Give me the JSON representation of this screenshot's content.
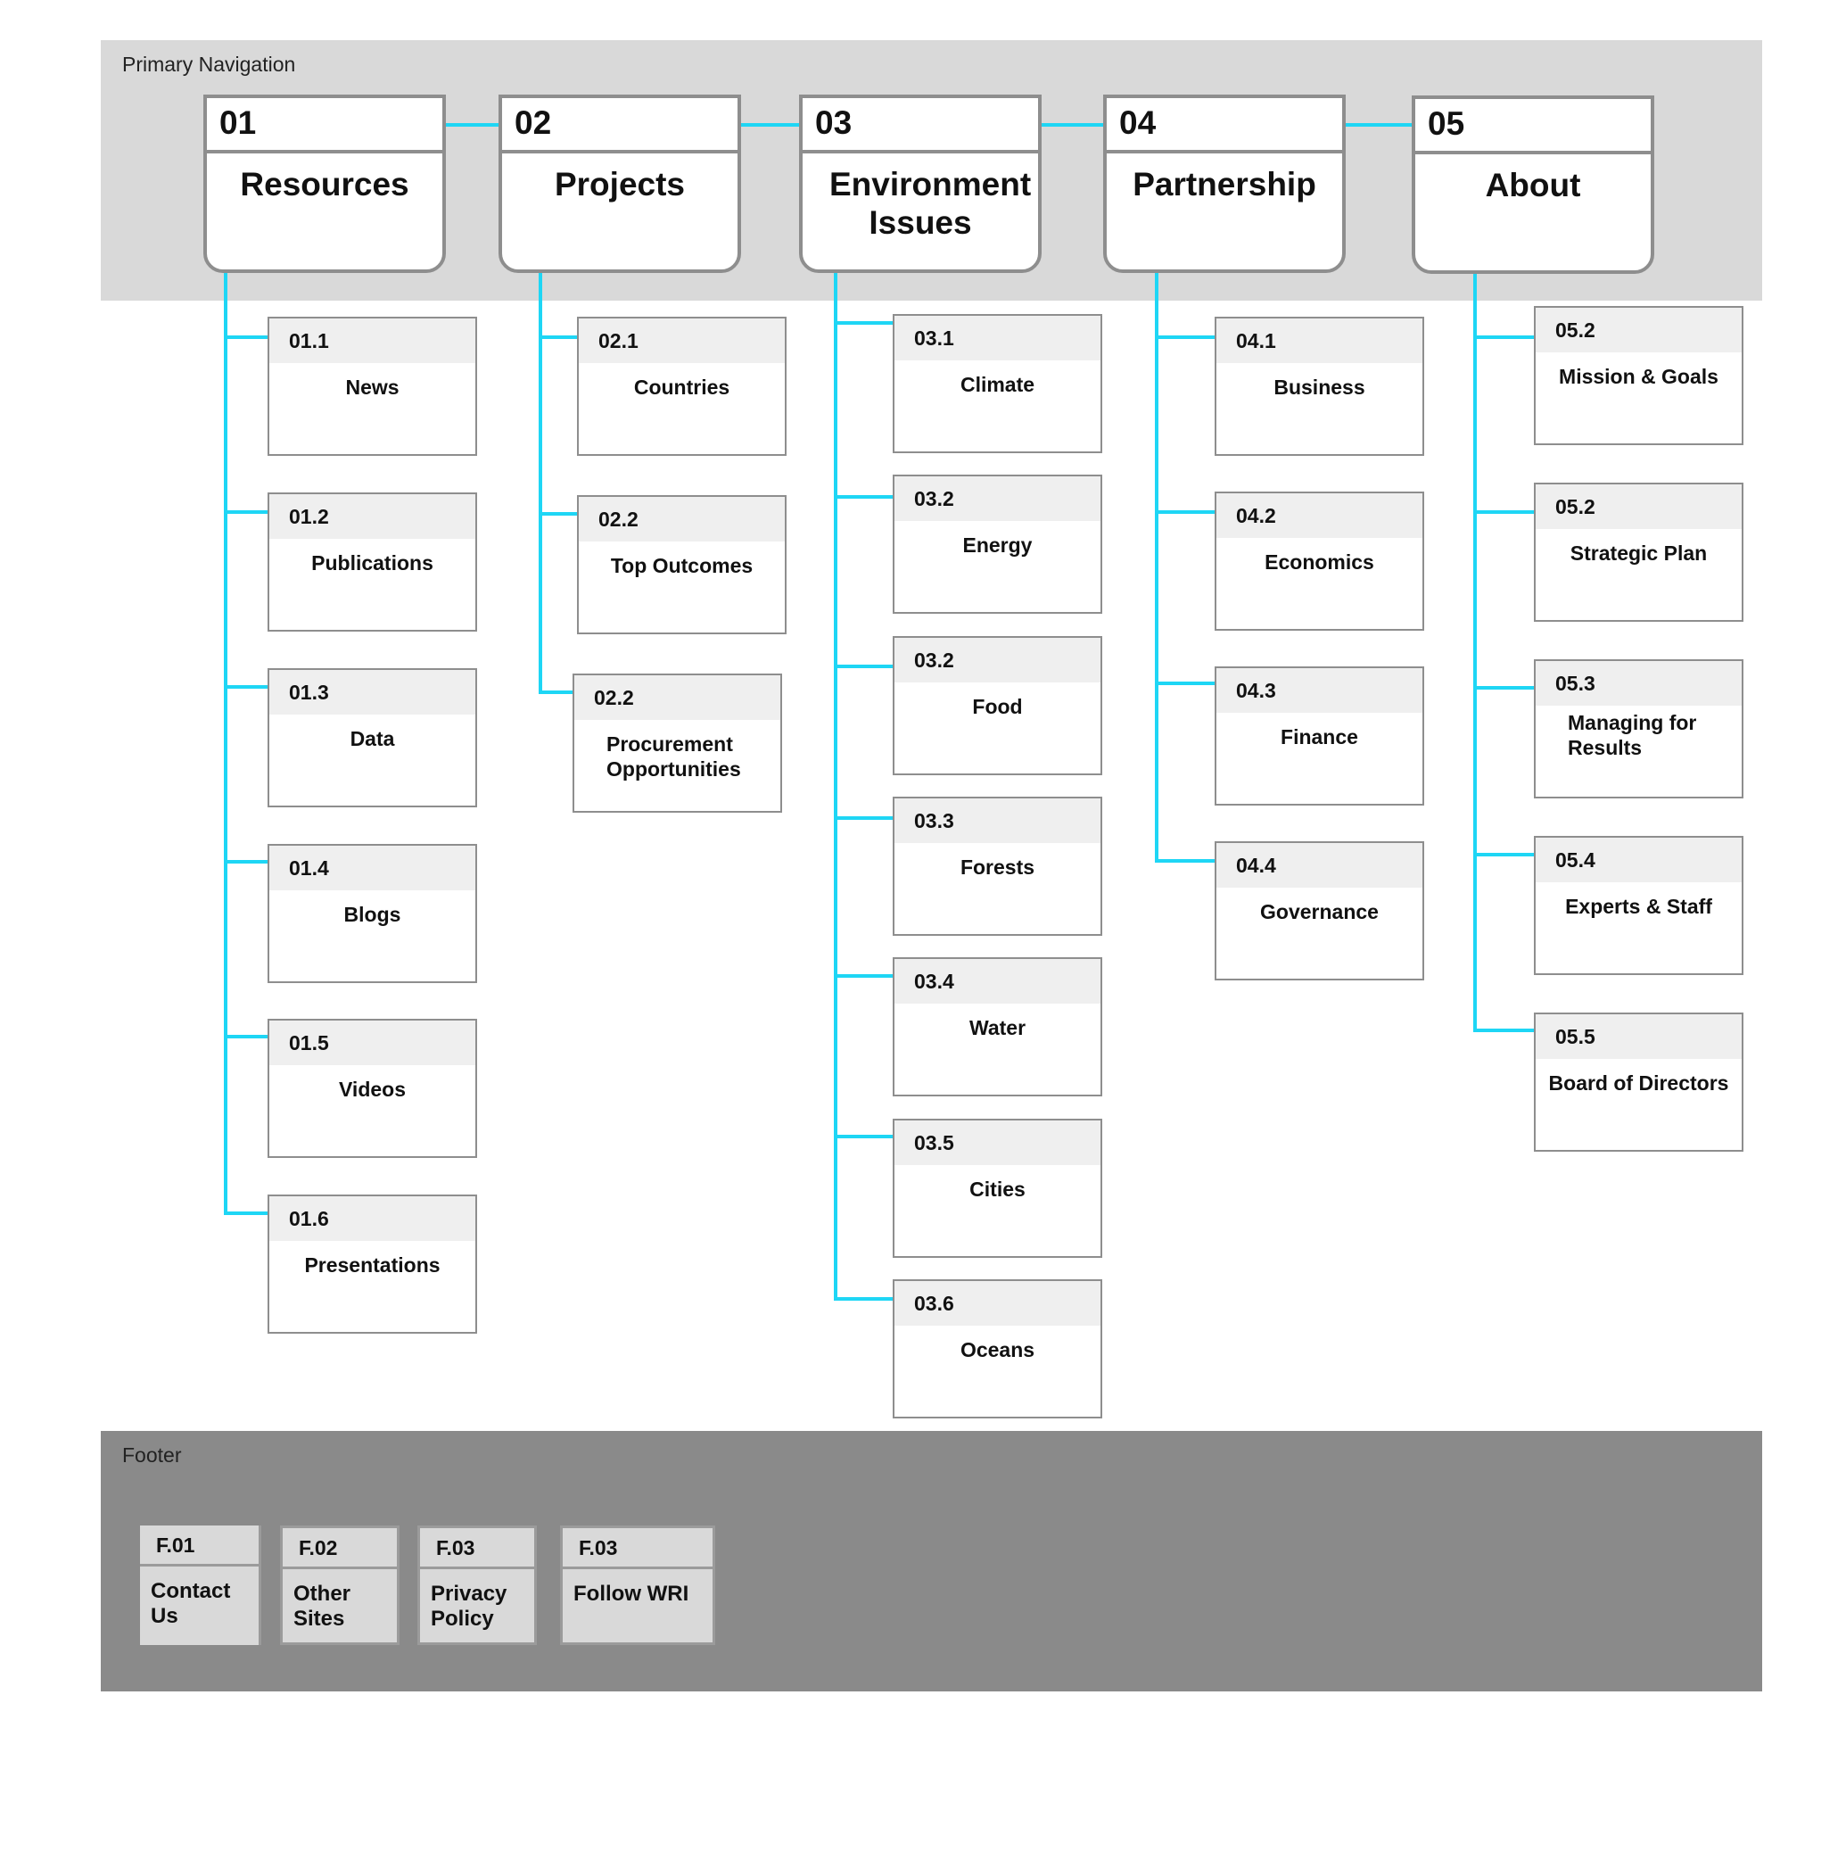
{
  "primary_nav": {
    "label": "Primary Navigation",
    "sections": [
      {
        "number": "01",
        "title": "Resources",
        "children": [
          {
            "number": "01.1",
            "title": "News"
          },
          {
            "number": "01.2",
            "title": "Publications"
          },
          {
            "number": "01.3",
            "title": "Data"
          },
          {
            "number": "01.4",
            "title": "Blogs"
          },
          {
            "number": "01.5",
            "title": "Videos"
          },
          {
            "number": "01.6",
            "title": "Presentations"
          }
        ]
      },
      {
        "number": "02",
        "title": "Projects",
        "children": [
          {
            "number": "02.1",
            "title": "Countries"
          },
          {
            "number": "02.2",
            "title": "Top Outcomes"
          },
          {
            "number": "02.2",
            "title": "Procurement Opportunities"
          }
        ]
      },
      {
        "number": "03",
        "title": "Environment Issues",
        "children": [
          {
            "number": "03.1",
            "title": "Climate"
          },
          {
            "number": "03.2",
            "title": "Energy"
          },
          {
            "number": "03.2",
            "title": "Food"
          },
          {
            "number": "03.3",
            "title": "Forests"
          },
          {
            "number": "03.4",
            "title": "Water"
          },
          {
            "number": "03.5",
            "title": "Cities"
          },
          {
            "number": "03.6",
            "title": "Oceans"
          }
        ]
      },
      {
        "number": "04",
        "title": "Partnership",
        "children": [
          {
            "number": "04.1",
            "title": "Business"
          },
          {
            "number": "04.2",
            "title": "Economics"
          },
          {
            "number": "04.3",
            "title": "Finance"
          },
          {
            "number": "04.4",
            "title": "Governance"
          }
        ]
      },
      {
        "number": "05",
        "title": "About",
        "children": [
          {
            "number": "05.2",
            "title": "Mission & Goals"
          },
          {
            "number": "05.2",
            "title": "Strategic Plan"
          },
          {
            "number": "05.3",
            "title": "Managing for Results"
          },
          {
            "number": "05.4",
            "title": "Experts & Staff"
          },
          {
            "number": "05.5",
            "title": "Board of Directors"
          }
        ]
      }
    ]
  },
  "footer": {
    "label": "Footer",
    "items": [
      {
        "number": "F.01",
        "title": "Contact Us"
      },
      {
        "number": "F.02",
        "title": "Other Sites"
      },
      {
        "number": "F.03",
        "title": "Privacy Policy"
      },
      {
        "number": "F.03",
        "title": "Follow WRI"
      }
    ]
  },
  "colors": {
    "connector": "#1ed6f5",
    "nav_band": "#d9d9d9",
    "footer_band": "#8a8a8a",
    "box_border": "#8e8e8e",
    "box_header": "#efefef"
  }
}
